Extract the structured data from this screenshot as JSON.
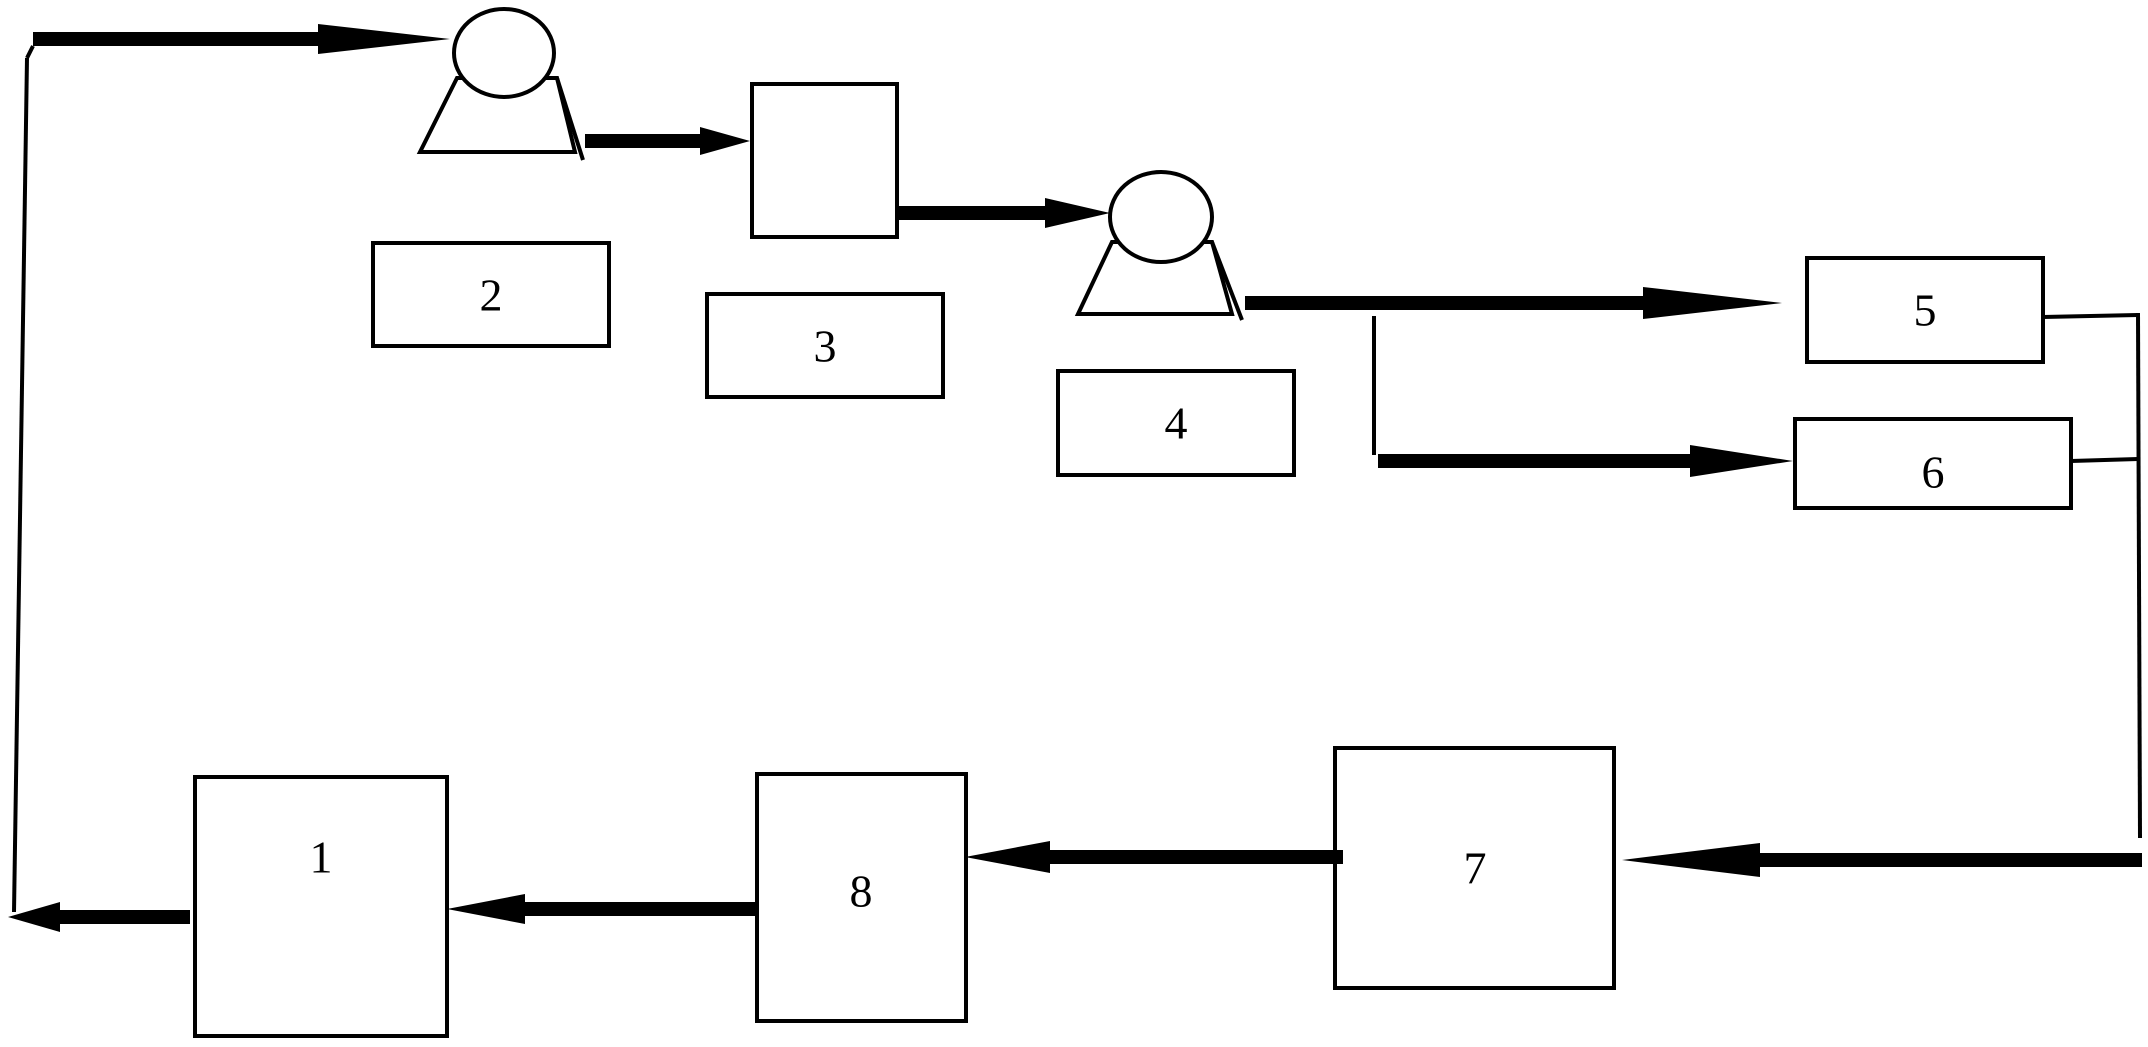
{
  "diagram": {
    "labels": {
      "unit_1": "1",
      "unit_2": "2",
      "unit_3": "3",
      "unit_4": "4",
      "unit_5": "5",
      "unit_6": "6",
      "unit_7": "7",
      "unit_8": "8"
    },
    "colors": {
      "line": "#000000",
      "background": "#ffffff"
    }
  }
}
